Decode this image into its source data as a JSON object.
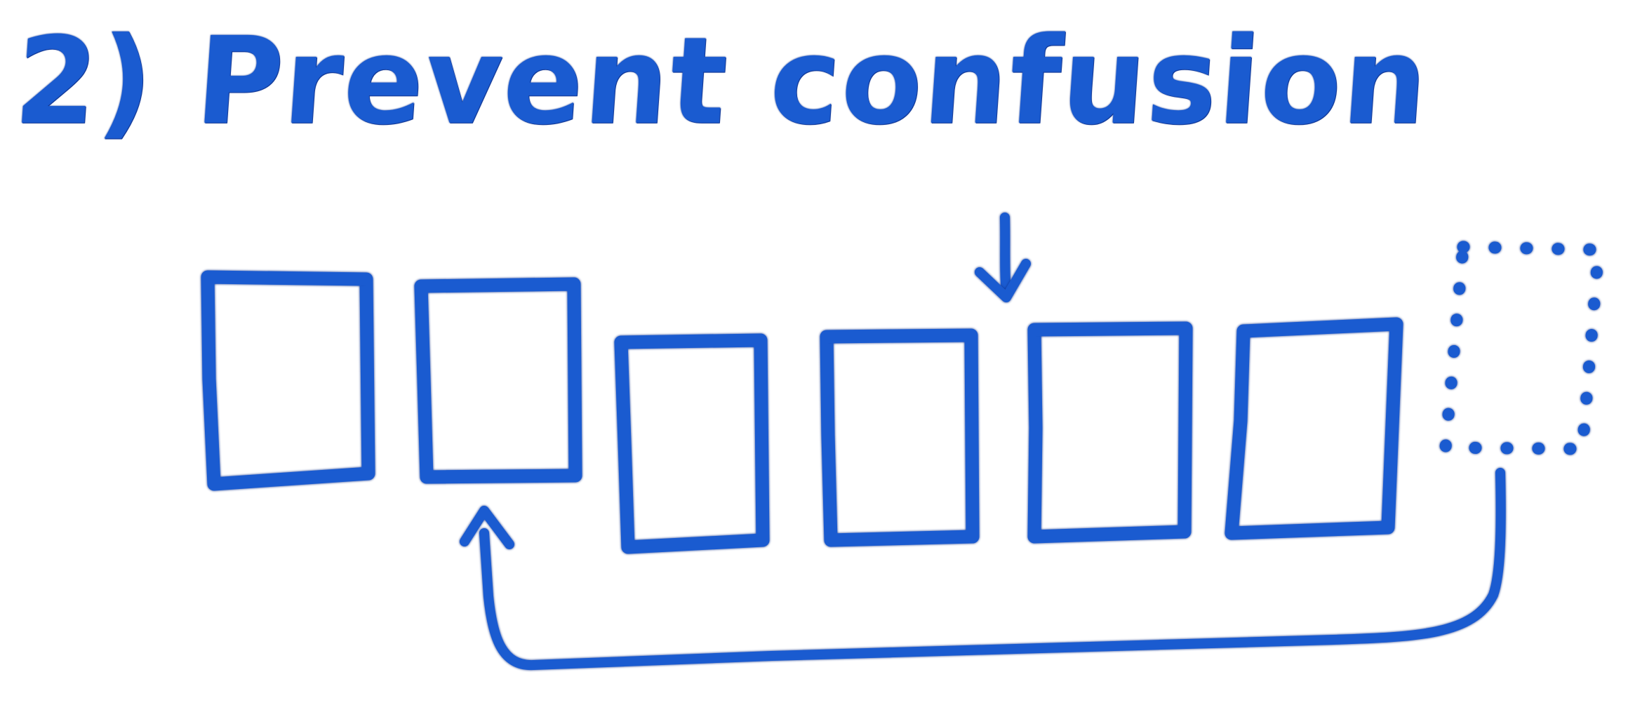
{
  "title": "2) Prevent confusion",
  "diagram": {
    "filled_slots": 6,
    "placeholder_slots": 1,
    "ink_color": "#1a5bd0",
    "ink_shadow_color": "#0d2f8a"
  }
}
